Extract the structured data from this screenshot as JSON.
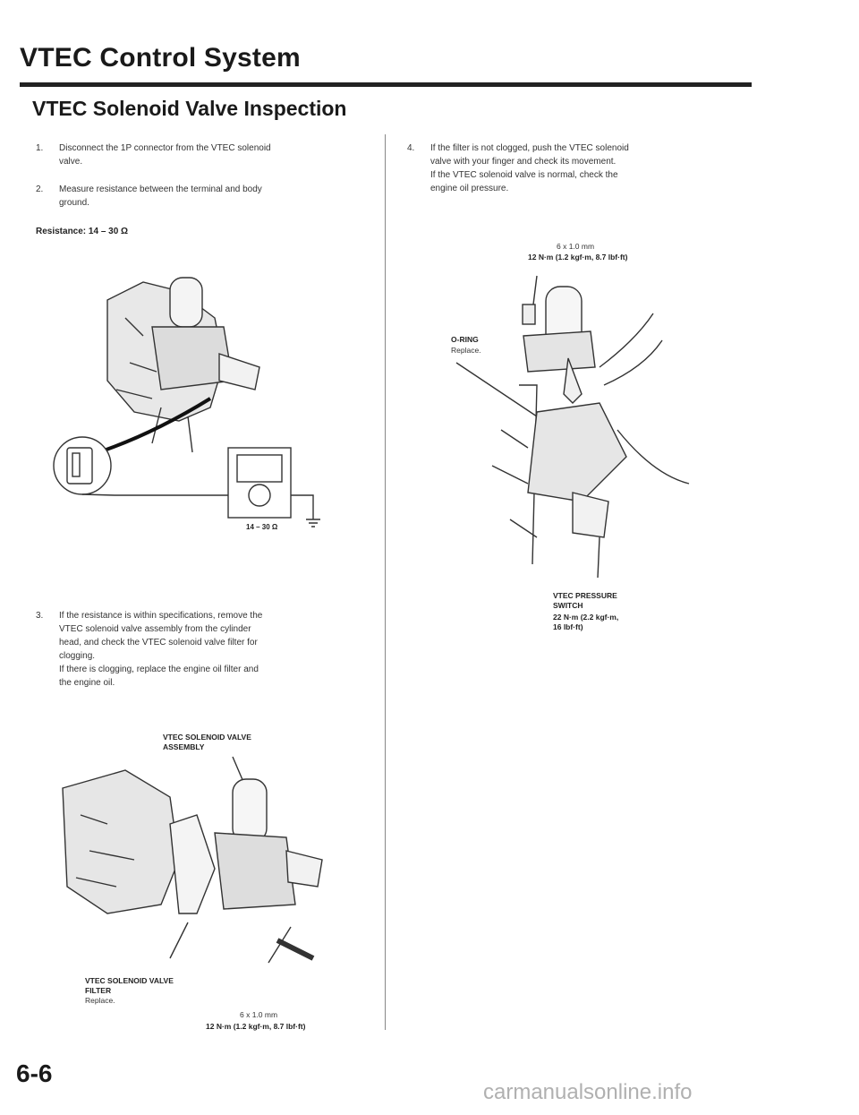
{
  "header": {
    "title": "VTEC Control System",
    "section_title": "VTEC Solenoid Valve Inspection"
  },
  "left_column": {
    "steps": [
      {
        "num": "1.",
        "text": "Disconnect the 1P connector from the VTEC solenoid\nvalve."
      },
      {
        "num": "2.",
        "text": "Measure resistance between the terminal and body\nground."
      }
    ],
    "resistance_spec": "Resistance: 14 – 30 Ω",
    "figure1": {
      "meter_reading": "14 – 30 Ω"
    },
    "step3": {
      "num": "3.",
      "text": "If the resistance is within specifications, remove the\nVTEC solenoid valve assembly from the cylinder\nhead, and check the VTEC solenoid valve filter for\nclogging.\nIf there is clogging, replace the engine oil filter and\nthe engine oil."
    },
    "figure2": {
      "assembly_label": "VTEC SOLENOID VALVE\nASSEMBLY",
      "filter_label": "VTEC SOLENOID VALVE\nFILTER",
      "filter_note": "Replace.",
      "bolt_size": "6 x 1.0 mm",
      "bolt_torque": "12 N·m (1.2 kgf·m, 8.7 lbf·ft)"
    }
  },
  "right_column": {
    "step4": {
      "num": "4.",
      "text": "If the filter is not clogged, push the VTEC solenoid\nvalve with your finger and check its movement.\nIf the VTEC solenoid valve is normal, check the\nengine oil pressure."
    },
    "figure3": {
      "bolt_size": "6 x 1.0 mm",
      "bolt_torque": "12 N·m (1.2 kgf·m, 8.7 lbf·ft)",
      "oring_label": "O-RING",
      "oring_note": "Replace.",
      "switch_label": "VTEC PRESSURE\nSWITCH",
      "switch_torque": "22 N·m (2.2 kgf·m,\n16 lbf·ft)"
    }
  },
  "footer": {
    "page_number": "6-6",
    "watermark": "carmanualsonline.info"
  }
}
